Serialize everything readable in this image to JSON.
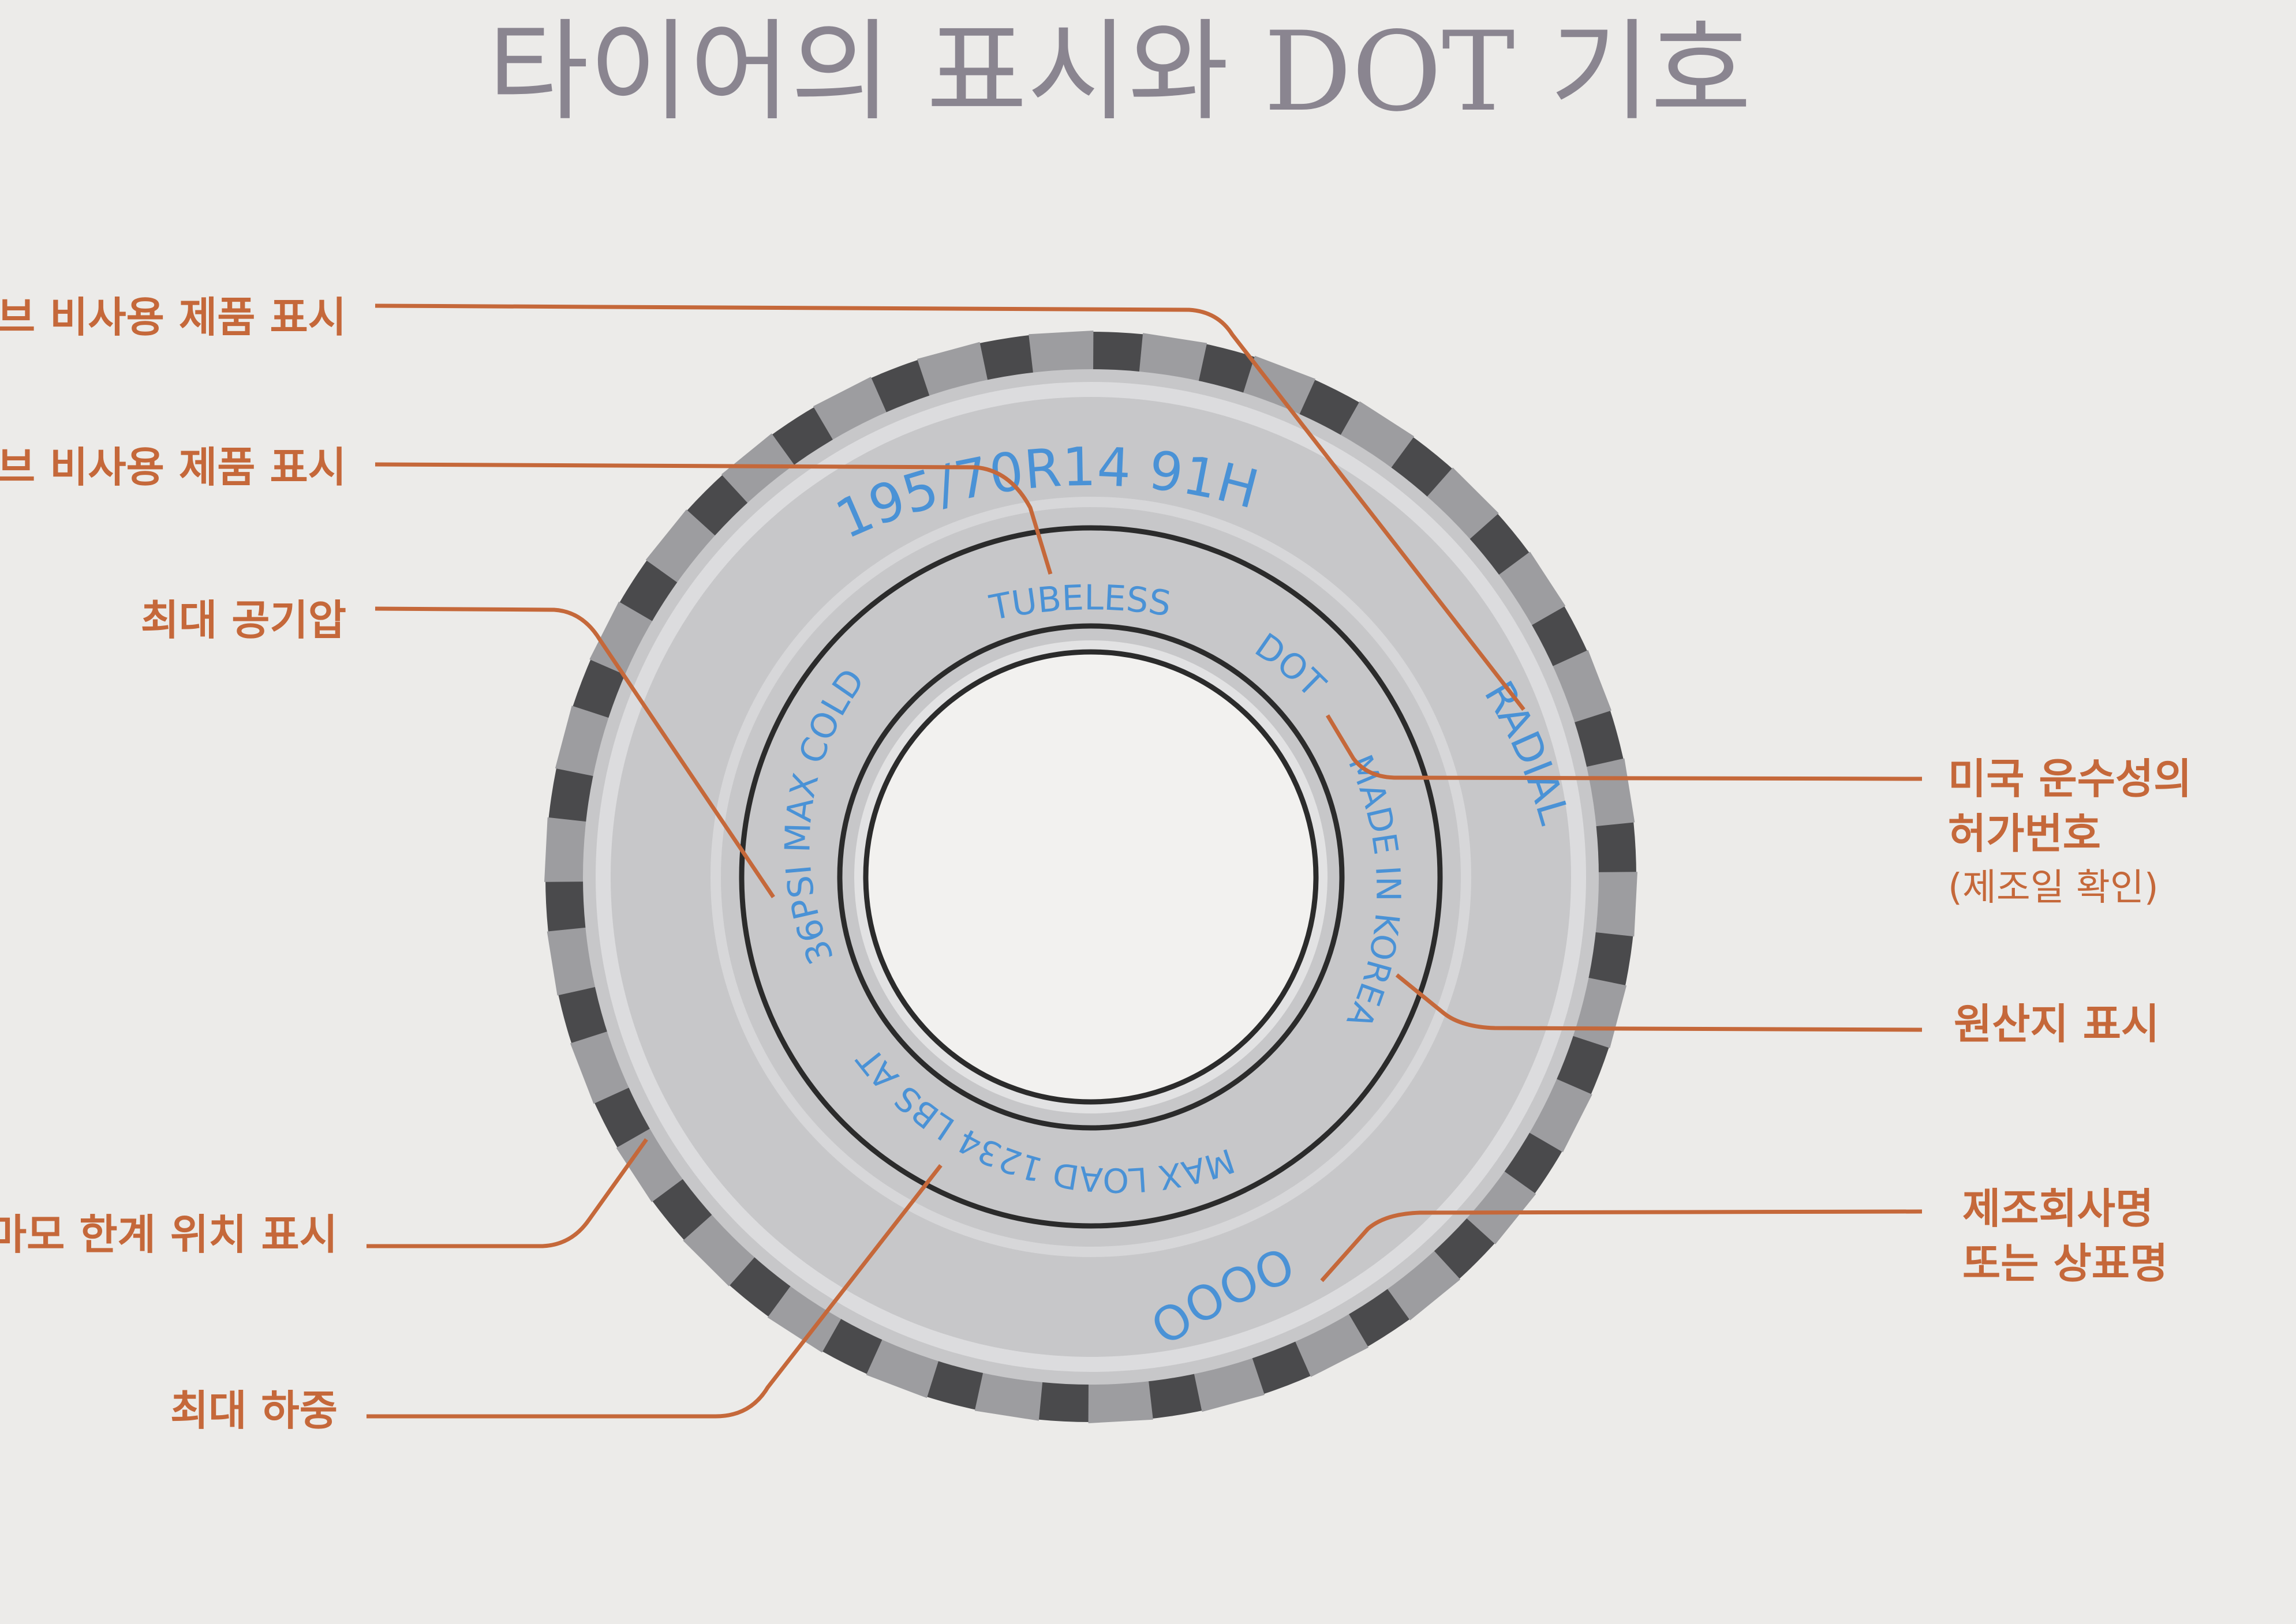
{
  "title": "타이어의 표시와 DOT 기호",
  "tire_markings": {
    "size": "195/70R14 91H",
    "tubeless": "TUBELESS",
    "pressure": "36PSI MAX COLD",
    "dot": "DOT",
    "radial": "RADIAL",
    "origin": "MADE IN KOREA",
    "load": "MAX LOAD 1234 LBS AT",
    "brand": "OOOO"
  },
  "labels": {
    "tubeless_top": "튜브 비사용 제품 표시",
    "tubeless_second": "튜브 비사용 제품 표시",
    "max_pressure": "최대 공기압",
    "wear_limit": "마모 한계 위치 표시",
    "max_load": "최대 하중",
    "dot_line1": "미국 운수성의",
    "dot_line2": "허가번호",
    "dot_note": "(제조일 확인)",
    "origin_mark": "원산지 표시",
    "maker_line1": "제조회사명",
    "maker_line2": "또는 상표명"
  },
  "colors": {
    "callout": "#c5683a",
    "tire_text": "#4a92d6",
    "tread": "#4a4a4c",
    "sidewall": "#c7c7c9",
    "background": "#ecebe9"
  }
}
